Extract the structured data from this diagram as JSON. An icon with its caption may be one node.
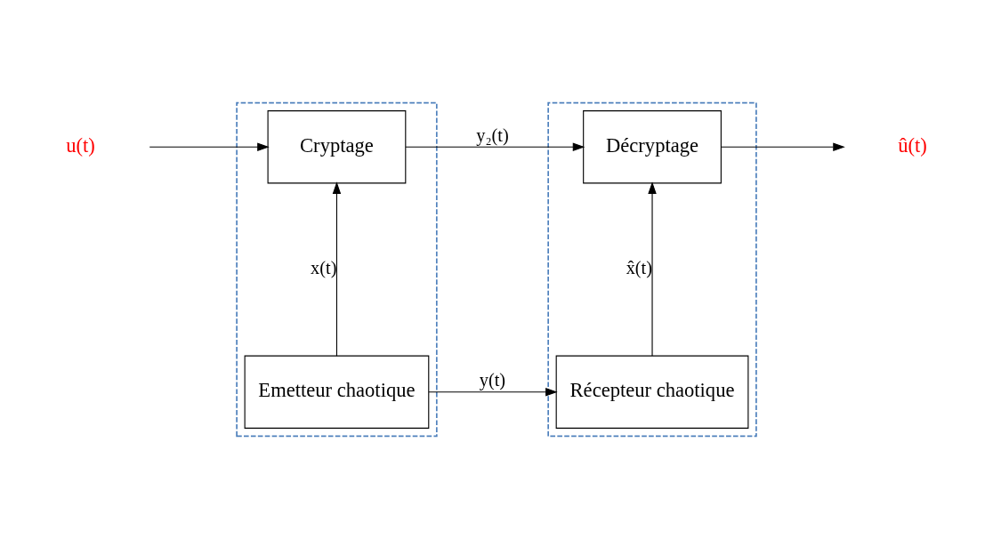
{
  "diagram": {
    "nodes": [
      {
        "text": [],
        "shape": "box"
      },
      {
        "text": [
          "Cryptage"
        ],
        "in": 0
      },
      {
        "text": [
          "Emetteur chaotique"
        ],
        "in": 0
      },
      {
        "text": [],
        "shape": "box"
      },
      {
        "text": [
          "Décryptage"
        ],
        "in": 3
      },
      {
        "text": [
          "Récepteur chaotique"
        ],
        "in": 3
      },
      {
        "text": [
          "u(t)"
        ]
      },
      {
        "text": [
          "û(t)"
        ]
      }
    ],
    "edges": [
      {
        "from": 6,
        "to": 1,
        "arrow": "to"
      },
      {
        "from": 1,
        "to": 4,
        "arrow": "to",
        "label": "y₂(t)"
      },
      {
        "from": 4,
        "to": 7,
        "arrow": "to"
      },
      {
        "from": 2,
        "to": 1,
        "arrow": "to",
        "label": "x(t)"
      },
      {
        "from": 2,
        "to": 5,
        "arrow": "to",
        "label": "y(t)"
      },
      {
        "from": 5,
        "to": 4,
        "arrow": "to",
        "label": "x̂(t)"
      }
    ]
  }
}
